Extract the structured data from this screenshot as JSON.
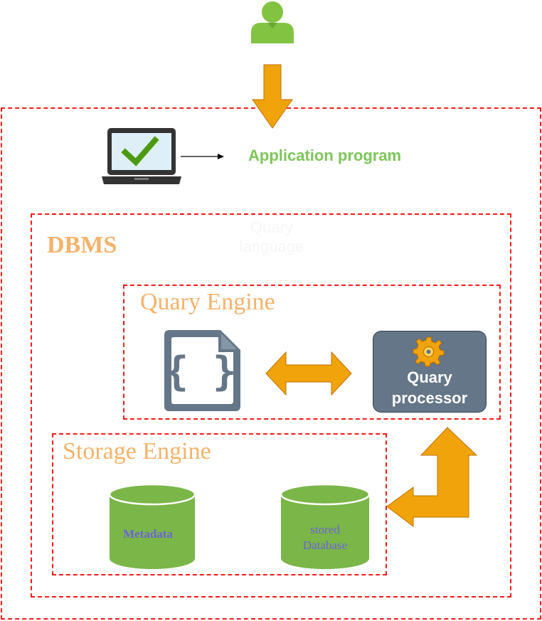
{
  "colors": {
    "user_green": "#82c341",
    "arrow_orange": "#f0a30a",
    "arrow_stroke": "#bd7000",
    "dashed_red": "#ff1a1a",
    "label_orange": "#f5b26b",
    "slate": "#647687",
    "cylinder_green": "#7ab648",
    "cylinder_text": "#6c63d9",
    "app_label_green": "#7dc65a"
  },
  "icons": {
    "user": "user-icon",
    "laptop": "laptop-check-icon",
    "code_file": "code-file-icon",
    "gear": "gear-icon"
  },
  "labels": {
    "application_program": "Application program",
    "dbms": "DBMS",
    "query_language_line1": "Quary",
    "query_language_line2": "language",
    "query_engine": "Quary Engine",
    "storage_engine": "Storage Engine",
    "query_processor_line1": "Quary",
    "query_processor_line2": "processor",
    "metadata": "Metadata",
    "stored_database_line1": "stored",
    "stored_database_line2": "Database"
  }
}
